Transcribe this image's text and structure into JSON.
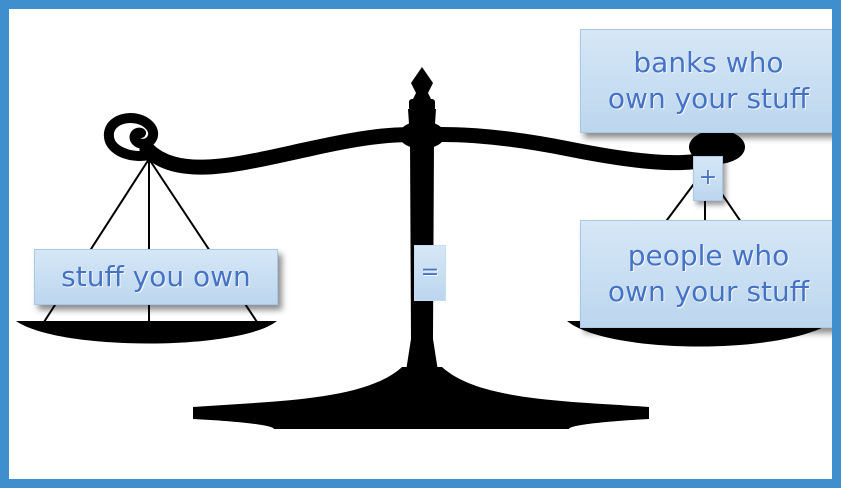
{
  "colors": {
    "frame": "#3f8fcf",
    "scale": "#000000",
    "box_fill": "#c9def2",
    "text": "#4472c4"
  },
  "icons": {
    "scale": "balance-scale-icon"
  },
  "labels": {
    "left_pan": "stuff you own",
    "right_top": [
      "banks who",
      "own your stuff"
    ],
    "right_bottom": [
      "people who",
      "own your stuff"
    ],
    "plus": "+",
    "equals": "="
  }
}
